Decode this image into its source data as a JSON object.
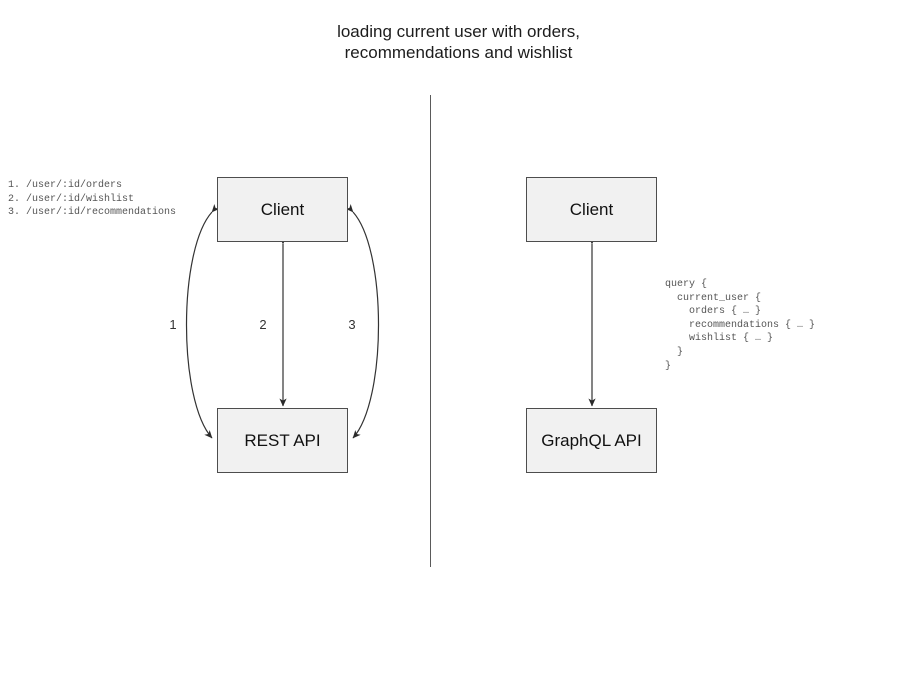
{
  "diagram": {
    "title": "loading current user with orders,\nrecommendations and wishlist",
    "divider": {
      "name": "vertical-divider"
    },
    "left_panel": {
      "name": "rest-comparison-panel",
      "client_node": {
        "label": "Client"
      },
      "api_node": {
        "label": "REST API"
      },
      "edges": [
        {
          "id": "1",
          "label": "1",
          "shape": "curve-left",
          "direction": "bidirectional"
        },
        {
          "id": "2",
          "label": "2",
          "shape": "straight",
          "direction": "bidirectional"
        },
        {
          "id": "3",
          "label": "3",
          "shape": "curve-right",
          "direction": "bidirectional"
        }
      ],
      "endpoints_annotation": "1. /user/:id/orders\n2. /user/:id/wishlist\n3. /user/:id/recommendations"
    },
    "right_panel": {
      "name": "graphql-comparison-panel",
      "client_node": {
        "label": "Client"
      },
      "api_node": {
        "label": "GraphQL API"
      },
      "edges": [
        {
          "id": "gql",
          "shape": "straight",
          "direction": "bidirectional"
        }
      ],
      "query_annotation": "query {\n  current_user {\n    orders { … }\n    recommendations { … }\n    wishlist { … }\n  }\n}"
    },
    "colors": {
      "node_fill": "#f1f1f1",
      "node_border": "#4d4d4d",
      "stroke": "#333333",
      "divider": "#5a5a5a",
      "text": "#1a1a1a",
      "mono_text": "#555555",
      "background": "#ffffff"
    }
  }
}
